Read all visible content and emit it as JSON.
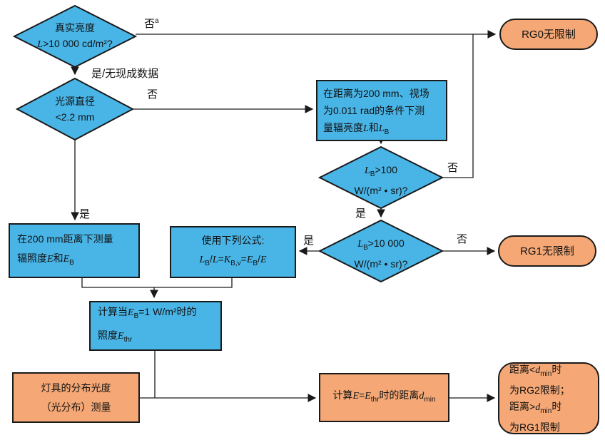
{
  "diagram": {
    "colors": {
      "process_blue": "#49b5e7",
      "terminal_orange": "#f5a876",
      "outline": "#1a1a1a",
      "background": "#ffffff"
    }
  },
  "nodes": {
    "decision_true_luminance": {
      "line1": [
        {
          "t": "真实亮度"
        }
      ],
      "line2": [
        {
          "t": "L",
          "s": "v"
        },
        {
          "t": ">10 000 cd/m²?"
        }
      ]
    },
    "terminal_rg0": {
      "label": "RG0无限制"
    },
    "decision_source_diameter": {
      "line1": [
        {
          "t": "光源直径"
        }
      ],
      "line2": [
        {
          "t": "<2.2 mm"
        }
      ]
    },
    "process_measure_radiance": {
      "line1": [
        {
          "t": "在距离为200 mm、视场"
        }
      ],
      "line2": [
        {
          "t": "为0.011 rad的条件下测"
        }
      ],
      "line3": [
        {
          "t": "量辐亮度"
        },
        {
          "t": "L",
          "s": "v"
        },
        {
          "t": "和"
        },
        {
          "t": "L",
          "s": "v"
        },
        {
          "t": "B",
          "s": "sub"
        }
      ]
    },
    "decision_lb_100": {
      "line1": [
        {
          "t": "L",
          "s": "v"
        },
        {
          "t": "B",
          "s": "sub"
        },
        {
          "t": ">100"
        }
      ],
      "line2": [
        {
          "t": "W/(m² • sr)?"
        }
      ]
    },
    "decision_lb_10000": {
      "line1": [
        {
          "t": "L",
          "s": "v"
        },
        {
          "t": "B",
          "s": "sub"
        },
        {
          "t": ">10 000"
        }
      ],
      "line2": [
        {
          "t": "W/(m² • sr)?"
        }
      ]
    },
    "terminal_rg1": {
      "label": "RG1无限制"
    },
    "process_measure_irradiance": {
      "line1": [
        {
          "t": "在200 mm距离下测量"
        }
      ],
      "line2": [
        {
          "t": "辐照度"
        },
        {
          "t": "E",
          "s": "v"
        },
        {
          "t": "和"
        },
        {
          "t": "E",
          "s": "v"
        },
        {
          "t": "B",
          "s": "sub"
        }
      ]
    },
    "process_formula": {
      "line1": [
        {
          "t": "使用下列公式:"
        }
      ],
      "line2": [
        {
          "t": "L",
          "s": "v"
        },
        {
          "t": "B",
          "s": "sub"
        },
        {
          "t": "/"
        },
        {
          "t": "L",
          "s": "v"
        },
        {
          "t": "="
        },
        {
          "t": "K",
          "s": "v"
        },
        {
          "t": "B,v",
          "s": "sub"
        },
        {
          "t": "="
        },
        {
          "t": "E",
          "s": "v"
        },
        {
          "t": "B",
          "s": "sub"
        },
        {
          "t": "/"
        },
        {
          "t": "E",
          "s": "v"
        }
      ]
    },
    "process_calc_ethr": {
      "line1": [
        {
          "t": "计算当"
        },
        {
          "t": "E",
          "s": "v"
        },
        {
          "t": "B",
          "s": "sub"
        },
        {
          "t": "=1 W/m²时的"
        }
      ],
      "line2": [
        {
          "t": "照度"
        },
        {
          "t": "E",
          "s": "v"
        },
        {
          "t": "thr",
          "s": "sub"
        }
      ]
    },
    "process_photometry": {
      "line1": [
        {
          "t": "灯具的分布光度"
        }
      ],
      "line2": [
        {
          "t": "（光分布）测量"
        }
      ]
    },
    "process_calc_dmin": {
      "line1": [
        {
          "t": "计算"
        },
        {
          "t": "E",
          "s": "v"
        },
        {
          "t": "="
        },
        {
          "t": "E",
          "s": "v"
        },
        {
          "t": "thr",
          "s": "sub"
        },
        {
          "t": "时的距离"
        },
        {
          "t": "d",
          "s": "v"
        },
        {
          "t": "min",
          "s": "sub"
        }
      ]
    },
    "terminal_rg_result": {
      "line1": [
        {
          "t": "距离<"
        },
        {
          "t": "d",
          "s": "v"
        },
        {
          "t": "min",
          "s": "sub"
        },
        {
          "t": "时"
        }
      ],
      "line2": [
        {
          "t": "为RG2限制；"
        }
      ],
      "line3": [
        {
          "t": "距离>"
        },
        {
          "t": "d",
          "s": "v"
        },
        {
          "t": "min",
          "s": "sub"
        },
        {
          "t": "时"
        }
      ],
      "line4": [
        {
          "t": "为RG1限制"
        }
      ]
    }
  },
  "labels": {
    "no_footnote": [
      {
        "t": "否"
      },
      {
        "t": "a",
        "s": "sup"
      }
    ],
    "yes_no_ready_data": [
      {
        "t": "是/无现成数据"
      }
    ],
    "no_diameter": [
      {
        "t": "否"
      }
    ],
    "no_lb100": [
      {
        "t": "否"
      }
    ],
    "yes_lb100": [
      {
        "t": "是"
      }
    ],
    "no_lb10000": [
      {
        "t": "否"
      }
    ],
    "yes_lb10000": [
      {
        "t": "是"
      }
    ],
    "yes_measure": [
      {
        "t": "是"
      }
    ]
  }
}
